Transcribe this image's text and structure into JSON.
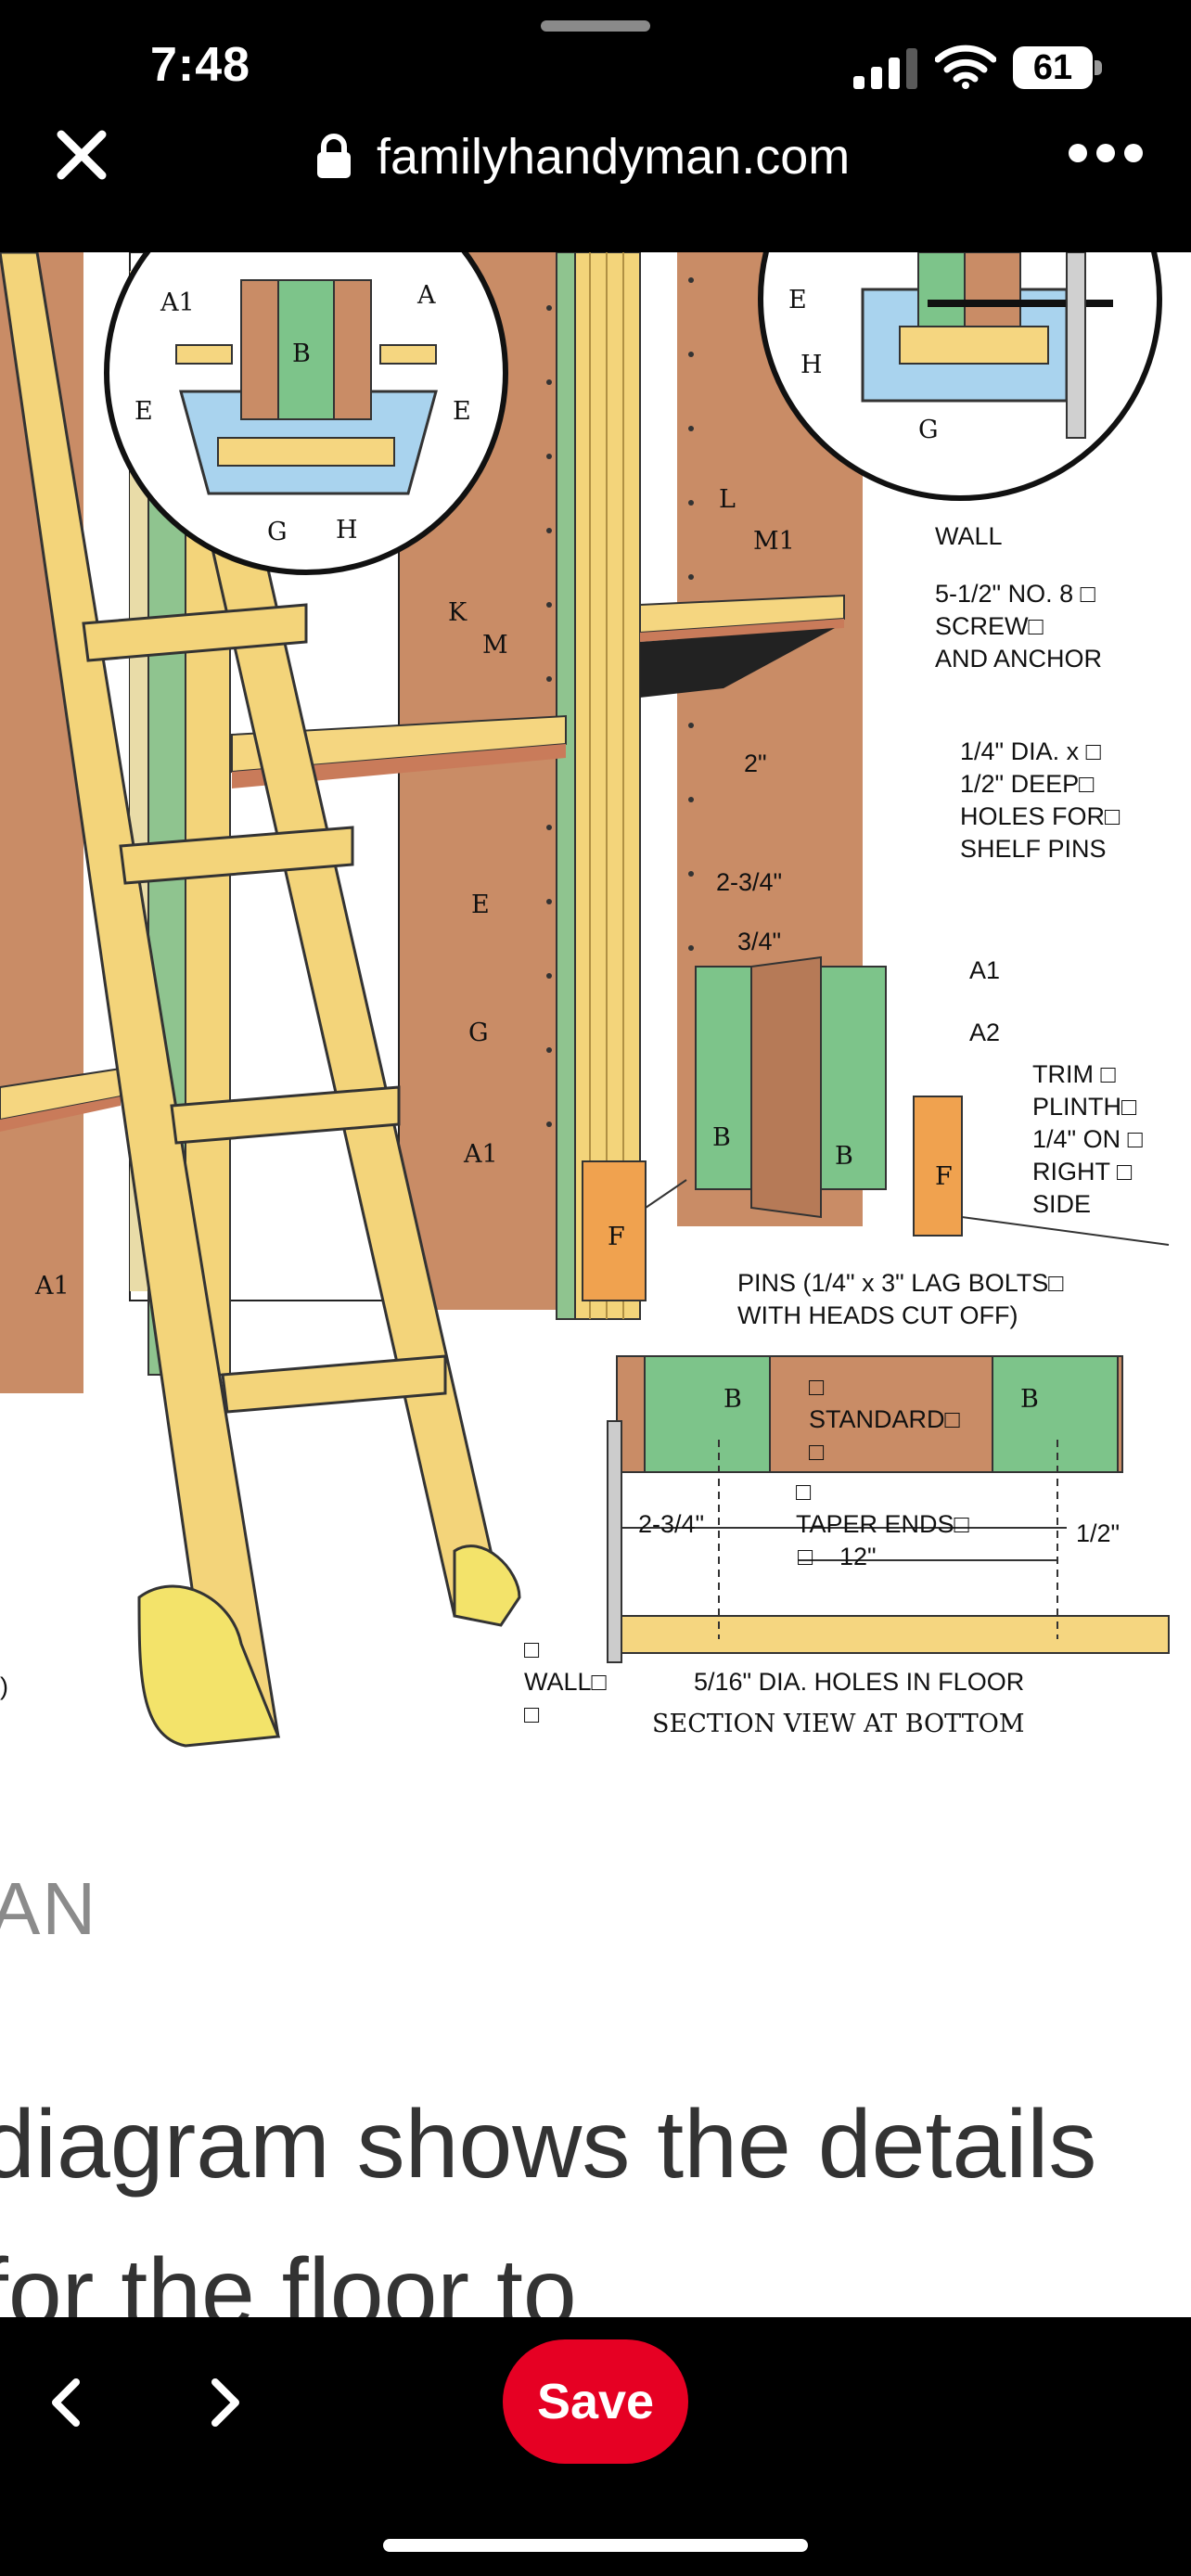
{
  "status_bar": {
    "time": "7:48",
    "battery": "61"
  },
  "browser": {
    "url": "familyhandyman.com"
  },
  "diagram": {
    "labels": {
      "a1_top": "A1",
      "a_top": "A",
      "b_top": "B",
      "e_left": "E",
      "e_right": "E",
      "g_top": "G",
      "h_top": "H",
      "e_tr": "E",
      "h_tr": "H",
      "g_tr": "G",
      "wall": "WALL",
      "screw1": "5-1/2\" NO. 8 □",
      "screw2": "SCREW□",
      "screw3": "AND ANCHOR",
      "l": "L",
      "m1": "M1",
      "k": "K",
      "m": "M",
      "hole1": "1/4\" DIA. x □",
      "hole2": "1/2\" DEEP□",
      "hole3": "HOLES FOR□",
      "hole4": "SHELF PINS",
      "dim_2": "2\"",
      "dim_234": "2-3/4\"",
      "dim_34": "3/4\"",
      "a1_r": "A1",
      "a2_r": "A2",
      "e_mid": "E",
      "g_mid": "G",
      "a1_mid": "A1",
      "a1_left": "A1",
      "b1": "B",
      "b2": "B",
      "f1": "F",
      "f2": "F",
      "trim1": "TRIM □",
      "trim2": "PLINTH□",
      "trim3": "1/4\" ON □",
      "trim4": "RIGHT □",
      "trim5": "SIDE",
      "pins1": "PINS (1/4\" x 3\" LAG BOLTS□",
      "pins2": "WITH HEADS CUT OFF)",
      "sec_b1": "B",
      "sec_b2": "B",
      "sq1": "□",
      "standard": "STANDARD□",
      "sq2": "□",
      "sq3": "□",
      "taper": "TAPER ENDS□",
      "dim_234b": "2-3/4\"",
      "dim_12": "12\"",
      "sq4": "□",
      "dim_half": "1/2\"",
      "sq5": "□",
      "wall2": "WALL□",
      "sq6": "□",
      "holes_floor": "5/16\" DIA. HOLES IN FLOOR",
      "section_view": "SECTION VIEW AT BOTTOM",
      "paren": ")"
    }
  },
  "article": {
    "source": "AN",
    "caption": "diagram shows the details for the floor to"
  },
  "toolbar": {
    "save_label": "Save"
  },
  "icons": {
    "close": "close-icon",
    "lock": "lock-icon",
    "more": "more-icon",
    "back": "chevron-left-icon",
    "forward": "chevron-right-icon",
    "signal": "signal-icon",
    "wifi": "wifi-icon",
    "battery": "battery-icon"
  },
  "colors": {
    "save": "#e60023",
    "wood": "#c98c66",
    "green": "#7dc48a",
    "pine": "#f5d680",
    "blue": "#a9d3ee"
  }
}
